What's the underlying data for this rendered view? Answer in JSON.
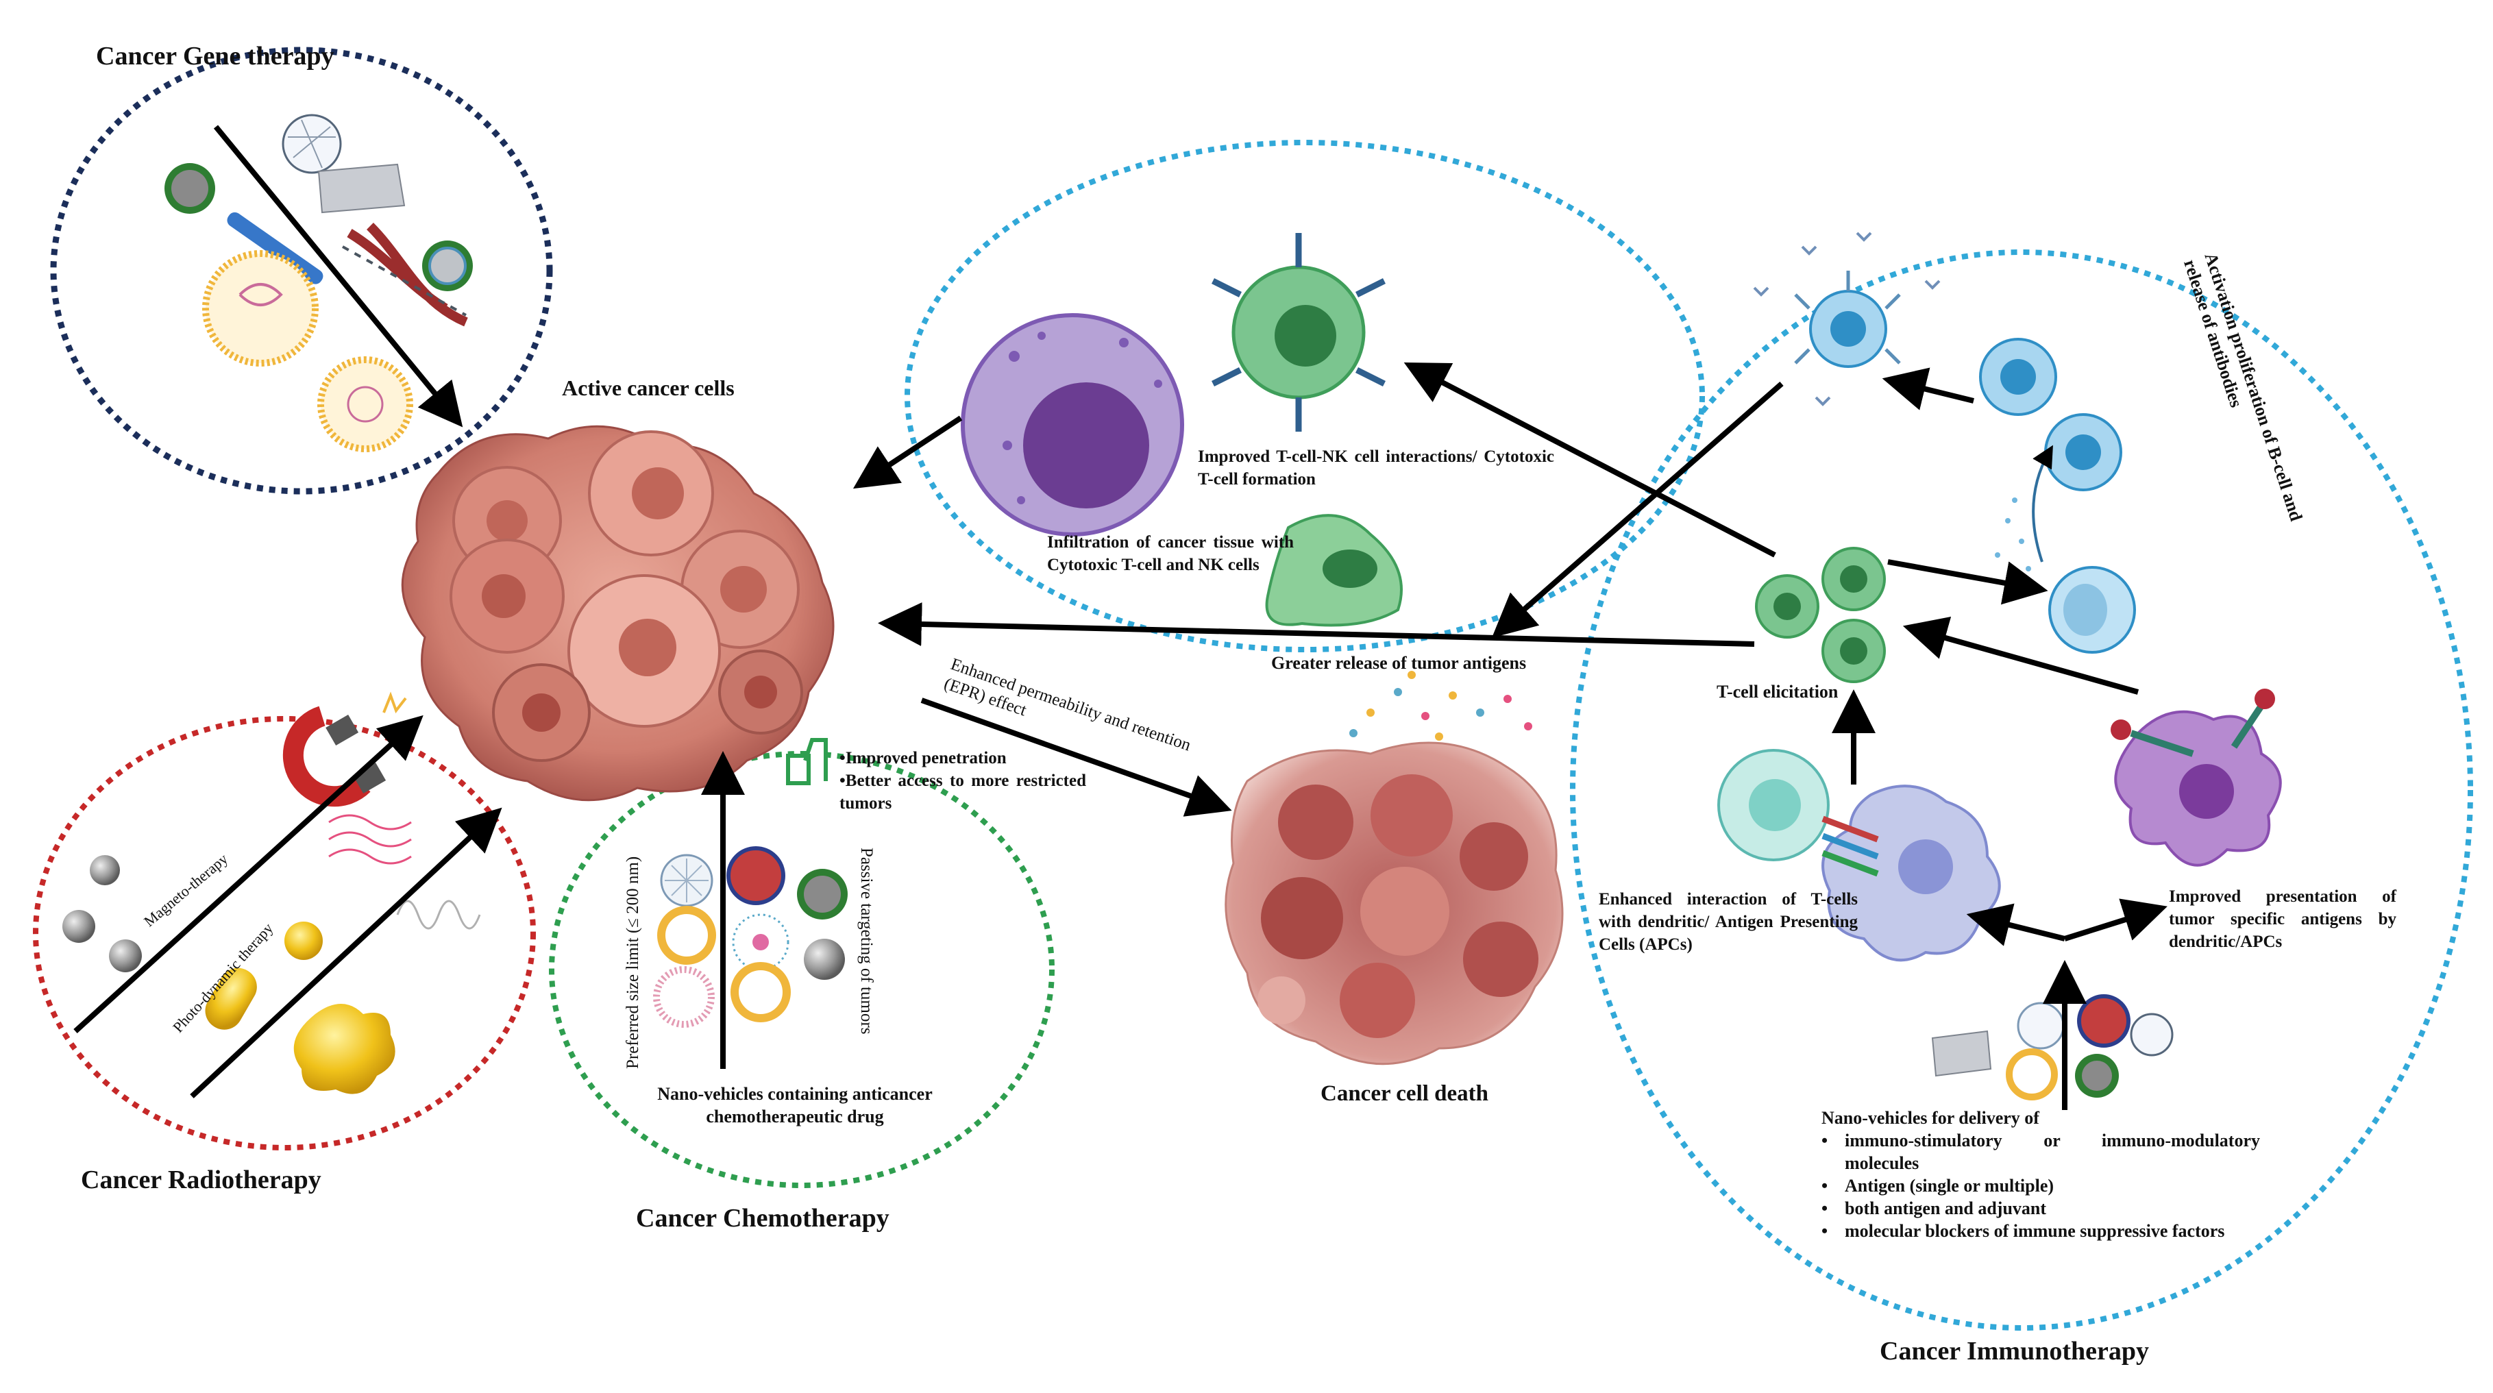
{
  "sections": {
    "gene_therapy": "Cancer Gene therapy",
    "radiotherapy": "Cancer Radiotherapy",
    "chemotherapy": "Cancer Chemotherapy",
    "immunotherapy": "Cancer Immunotherapy"
  },
  "labels": {
    "active_cancer_cells": "Active cancer cells",
    "cancer_cell_death": "Cancer cell death",
    "greater_release": "Greater release of tumor antigens",
    "epr_effect": "Enhanced permeability and retention (EPR) effect",
    "improved_penetration": "Improved penetration",
    "better_access": "Better access to more restricted tumors",
    "preferred_size": "Preferred size limit (≤ 200 nm)",
    "passive_targeting": "Passive targeting of tumors",
    "chemo_vehicles": "Nano-vehicles containing anticancer chemotherapeutic drug",
    "magneto": "Magneto-therapy",
    "photo": "Photo-dynamic therapy",
    "improved_tcell_nk": "Improved T-cell-NK cell interactions/ Cytotoxic T-cell formation",
    "infiltration": "Infiltration of cancer tissue with Cytotoxic T-cell and NK cells",
    "tcell_elicitation": "T-cell elicitation",
    "activation_bcell": "Activation proliferation of B-cell and release of antibodies",
    "enhanced_interaction": "Enhanced interaction of T-cells with dendritic/ Antigen Presenting Cells (APCs)",
    "improved_presentation": "Improved presentation of tumor specific antigens by dendritic/APCs",
    "immuno_vehicles_title": "Nano-vehicles for delivery of",
    "immuno_items": [
      "immuno-stimulatory or immuno-modulatory molecules",
      "Antigen (single or multiple)",
      "both antigen and adjuvant",
      "molecular blockers of immune suppressive factors"
    ]
  },
  "colors": {
    "gene_ring": "#1b2e5a",
    "radio_ring": "#c62828",
    "chemo_ring": "#2e9e4f",
    "immuno_ring": "#31a8d8",
    "cancer_cell": "#d98a7c",
    "t_cell": "#3f9e5a",
    "b_cell": "#2f8fc6",
    "dendritic": "#8a4fb0",
    "nk_cell": "#7d5ab3"
  }
}
